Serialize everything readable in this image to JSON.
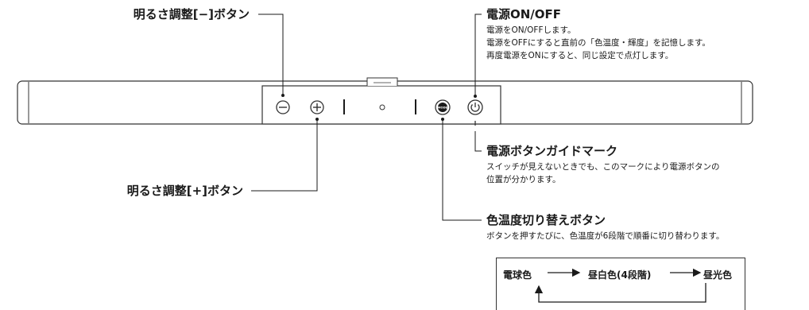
{
  "callouts": {
    "minus": {
      "title": "明るさ調整[−]ボタン"
    },
    "plus": {
      "title": "明るさ調整[+]ボタン"
    },
    "power": {
      "title": "電源ON/OFF",
      "lines": [
        "電源をON/OFFします。",
        "電源をOFFにすると直前の「色温度・輝度」を記憶します。",
        "再度電源をONにすると、同じ設定で点灯します。"
      ]
    },
    "guide": {
      "title": "電源ボタンガイドマーク",
      "lines": [
        "スイッチが見えないときでも、このマークにより電源ボタンの",
        "位置が分かります。"
      ]
    },
    "mode": {
      "title": "色温度切り替えボタン",
      "lines": [
        "ボタンを押すたびに、色温度が6段階で順番に切り替わります。"
      ]
    }
  },
  "buttons": {
    "mode_label": "MODE"
  },
  "flow": {
    "steps": [
      "電球色",
      "昼白色(4段階)",
      "昼光色"
    ]
  },
  "colors": {
    "line": "#1a1a1a",
    "device_stroke": "#333333",
    "device_fill": "#ffffff"
  }
}
